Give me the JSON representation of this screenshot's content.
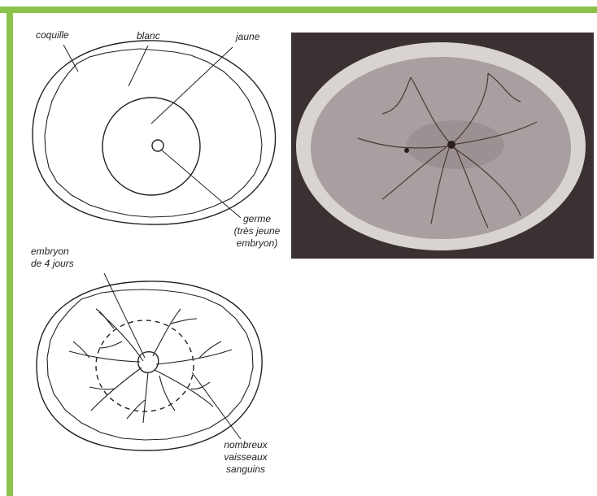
{
  "labels": {
    "coquille": "coquille",
    "blanc": "blanc",
    "jaune": "jaune",
    "germe": [
      "germe",
      "(très jeune",
      "embryon)"
    ],
    "embryon": [
      "embryon",
      "de 4 jours"
    ],
    "vaisseaux": [
      "nombreux",
      "vaisseaux",
      "sanguins"
    ]
  },
  "colors": {
    "border": "#8bc34a",
    "photo_background": "#3a3232",
    "ink": "#222222"
  }
}
